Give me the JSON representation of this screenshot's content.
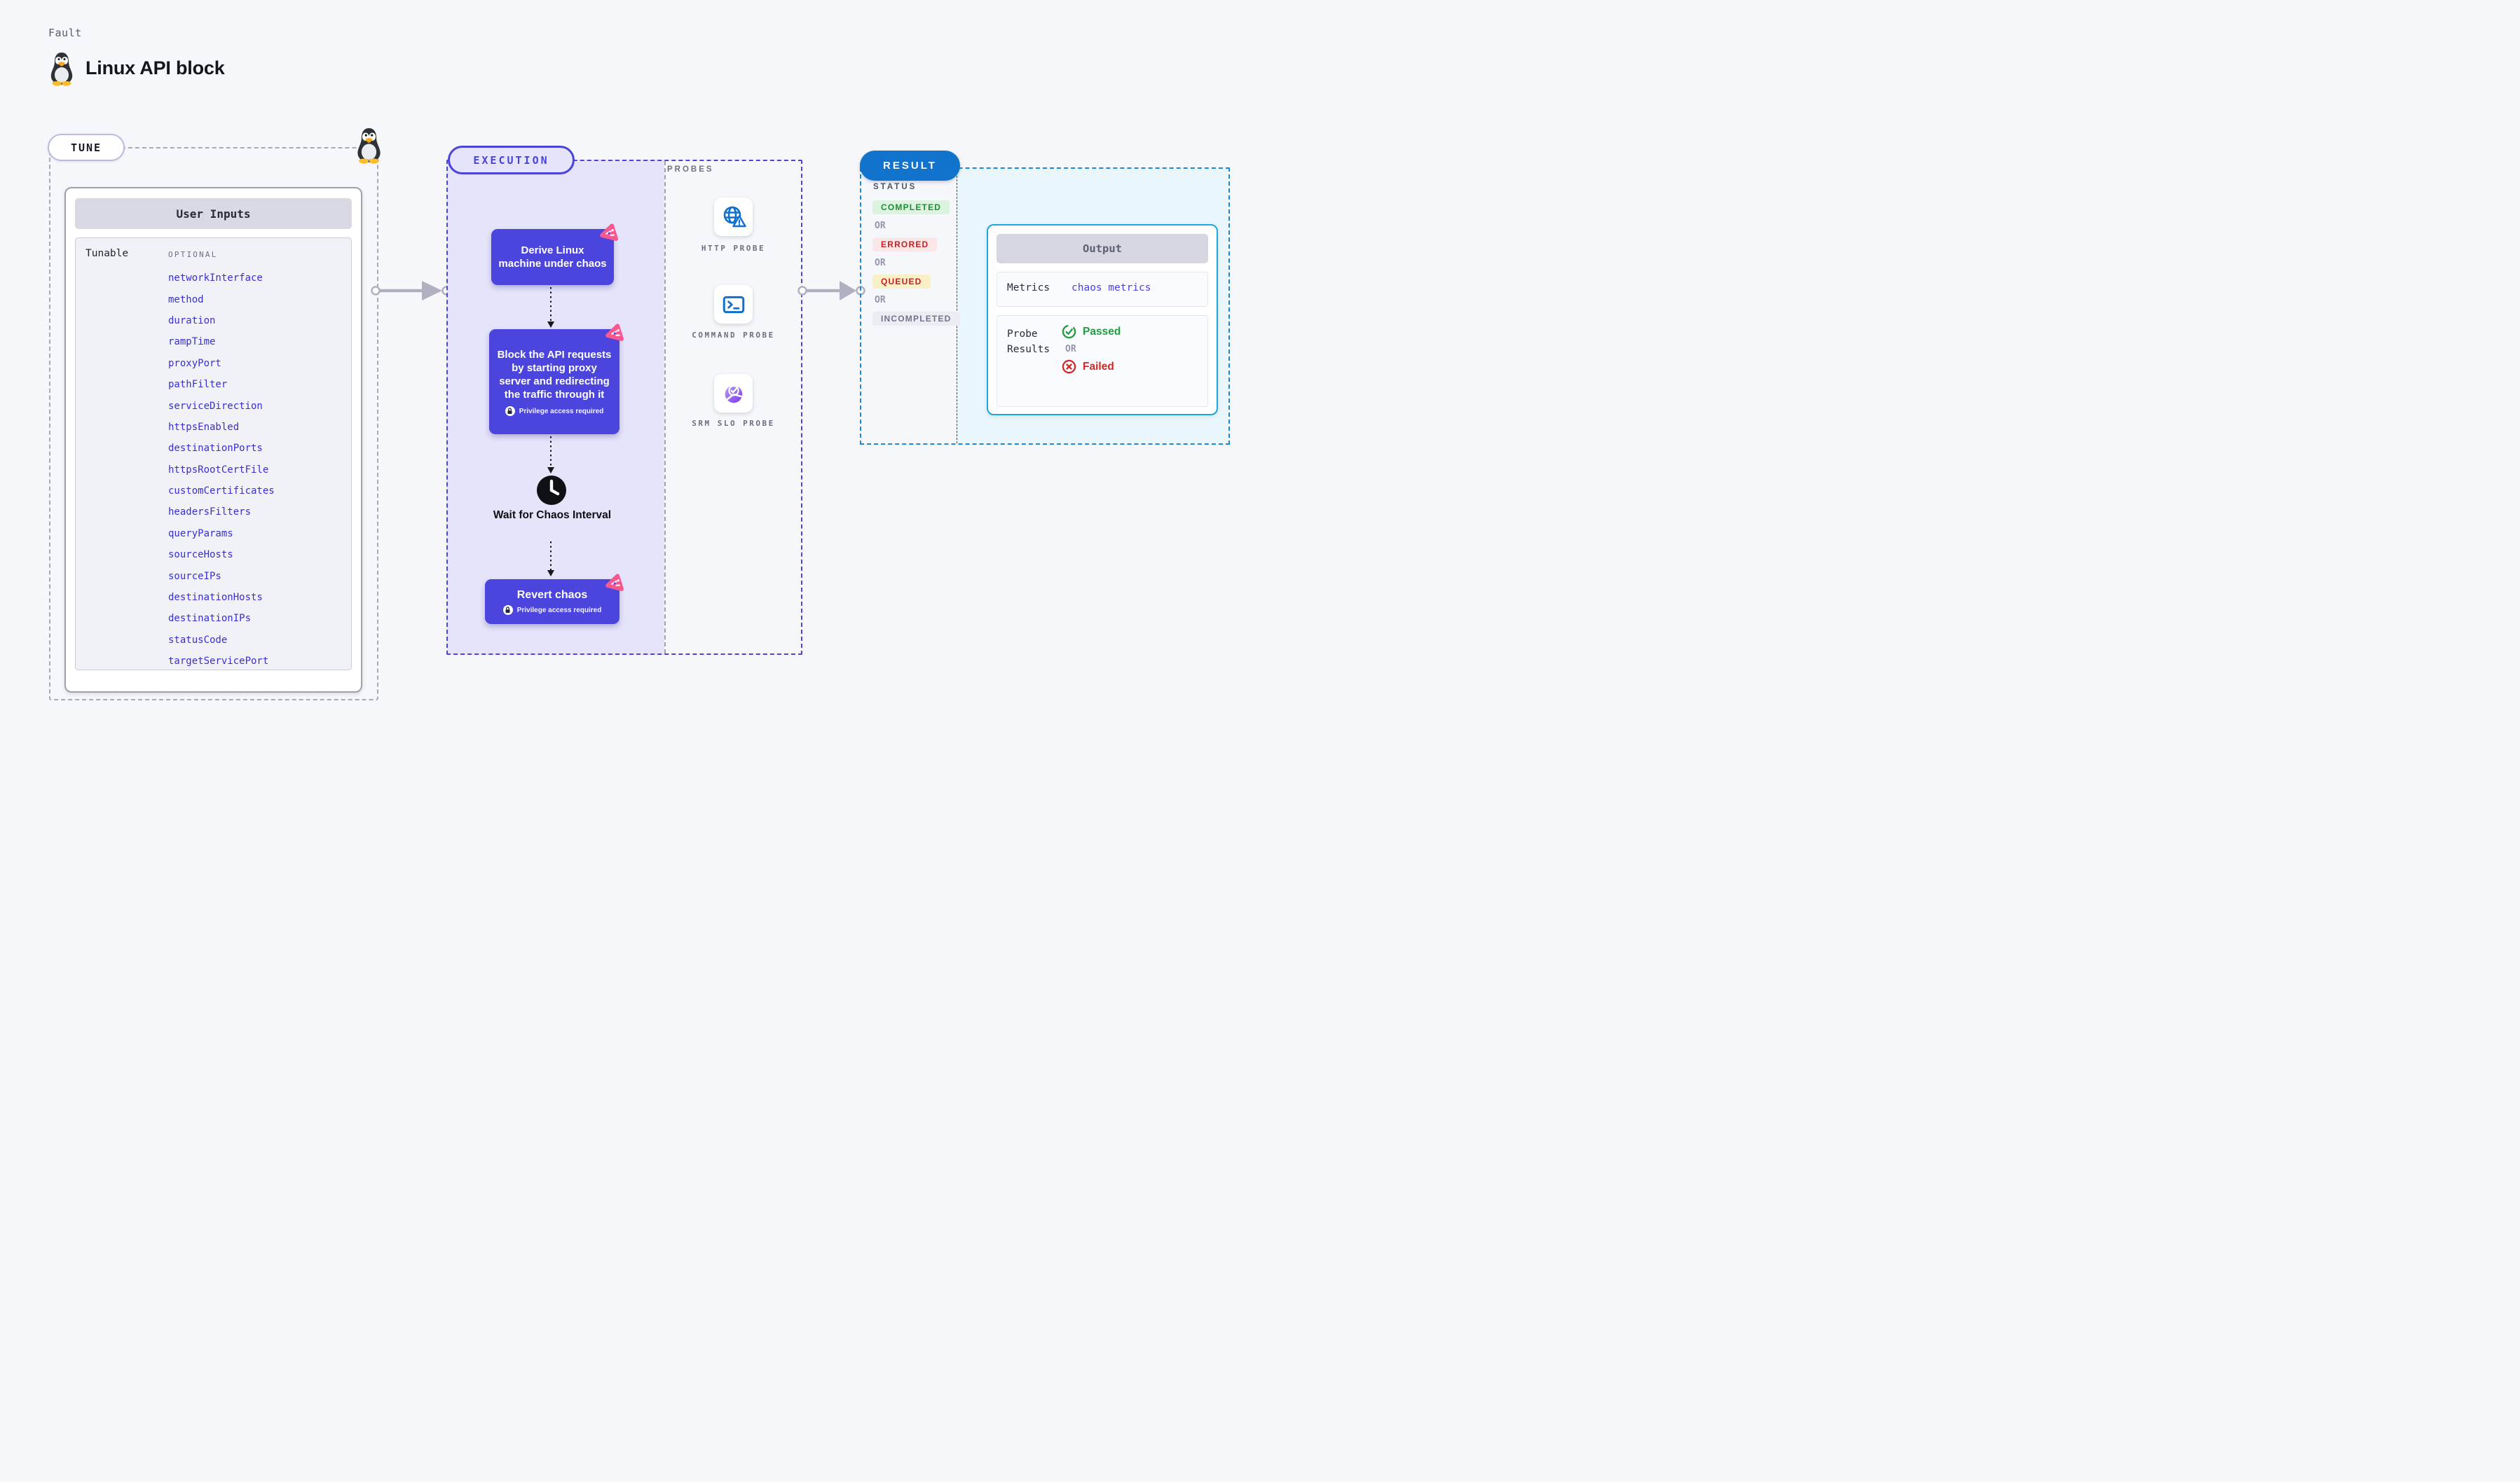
{
  "header": {
    "eyebrow": "Fault",
    "title": "Linux API block"
  },
  "tune": {
    "label": "TUNE",
    "card_header": "User Inputs",
    "row_label": "Tunable",
    "column_header": "OPTIONAL",
    "params": [
      "networkInterface",
      "method",
      "duration",
      "rampTime",
      "proxyPort",
      "pathFilter",
      "serviceDirection",
      "httpsEnabled",
      "destinationPorts",
      "httpsRootCertFile",
      "customCertificates",
      "headersFilters",
      "queryParams",
      "sourceHosts",
      "sourceIPs",
      "destinationHosts",
      "destinationIPs",
      "statusCode",
      "targetServicePort"
    ]
  },
  "execution": {
    "label": "EXECUTION",
    "privilege_label": "Privilege access required",
    "steps": [
      {
        "text": "Derive Linux machine under chaos"
      },
      {
        "text": "Block the API requests by starting proxy server and redirecting the traffic through it"
      },
      {
        "text": "Wait for Chaos Interval"
      },
      {
        "text": "Revert chaos"
      }
    ]
  },
  "probes": {
    "label": "PROBES",
    "items": [
      {
        "name": "HTTP PROBE",
        "icon": "globe-alert-icon"
      },
      {
        "name": "COMMAND PROBE",
        "icon": "terminal-icon"
      },
      {
        "name": "SRM SLO PROBE",
        "icon": "slo-donut-icon"
      }
    ]
  },
  "result": {
    "label": "RESULT",
    "status_label": "STATUS",
    "or_label": "OR",
    "statuses": [
      {
        "text": "COMPLETED",
        "bg": "#DCF3DF",
        "color": "#1F8C38"
      },
      {
        "text": "ERRORED",
        "bg": "#FBE7E7",
        "color": "#C5201F"
      },
      {
        "text": "QUEUED",
        "bg": "#FAF0C8",
        "color": "#C5201F"
      },
      {
        "text": "INCOMPLETED",
        "bg": "#EBEDF3",
        "color": "#6F7489"
      }
    ],
    "output": {
      "header": "Output",
      "metrics_label": "Metrics",
      "metrics_value": "chaos metrics",
      "probe_results_label": "Probe Results",
      "passed_label": "Passed",
      "failed_label": "Failed"
    }
  },
  "colors": {
    "page_bg": "#F6F7FB",
    "indigo": "#4B45DE",
    "indigo_border": "#4A43DC",
    "exec_fill": "#E5E4FA",
    "pink": "#F9578F",
    "param_blue": "#392ED2",
    "result_blue": "#1173CB",
    "result_border": "#1E86DC",
    "cyan_fill": "#E9F6FC",
    "cyan_border": "#1BA7DA",
    "probe_icon_blue": "#0F6FD0",
    "green": "#1E9E3C",
    "red": "#D32725"
  }
}
